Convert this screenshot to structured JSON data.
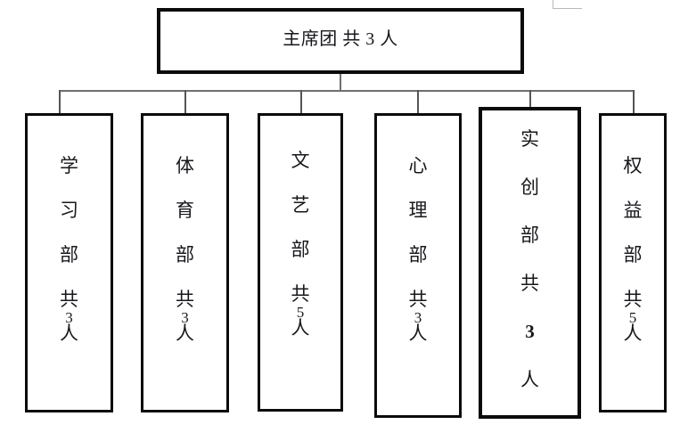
{
  "diagram": {
    "type": "organization-chart",
    "orientation": "top-down",
    "root": {
      "label": "主席团 共 3 人",
      "name": "主席团",
      "count": 3
    },
    "departments": [
      {
        "name": "学习部",
        "count": 3,
        "suffix": "共3人",
        "chars": [
          "学",
          "习",
          "部",
          "共",
          "3",
          "人"
        ],
        "emphasis": false
      },
      {
        "name": "体育部",
        "count": 3,
        "suffix": "共3人",
        "chars": [
          "体",
          "育",
          "部",
          "共",
          "3",
          "人"
        ],
        "emphasis": false
      },
      {
        "name": "文艺部",
        "count": 5,
        "suffix": "共5人",
        "chars": [
          "文",
          "艺",
          "部",
          "共",
          "5",
          "人"
        ],
        "emphasis": false
      },
      {
        "name": "心理部",
        "count": 3,
        "suffix": "共3人",
        "chars": [
          "心",
          "理",
          "部",
          "共",
          "3",
          "人"
        ],
        "emphasis": false
      },
      {
        "name": "实创部",
        "count": 3,
        "suffix": "共3人",
        "chars": [
          "实",
          "创",
          "部",
          "共",
          "3",
          "人"
        ],
        "emphasis": true
      },
      {
        "name": "权益部",
        "count": 5,
        "suffix": "共5人",
        "chars": [
          "权",
          "益",
          "部",
          "共",
          "5",
          "人"
        ],
        "emphasis": false
      }
    ],
    "colors": {
      "box_border": "#0b0b0b",
      "connector": "#6f6f6f",
      "text": "#17171c",
      "background": "#ffffff",
      "artifact": "#b9b9b9"
    }
  }
}
